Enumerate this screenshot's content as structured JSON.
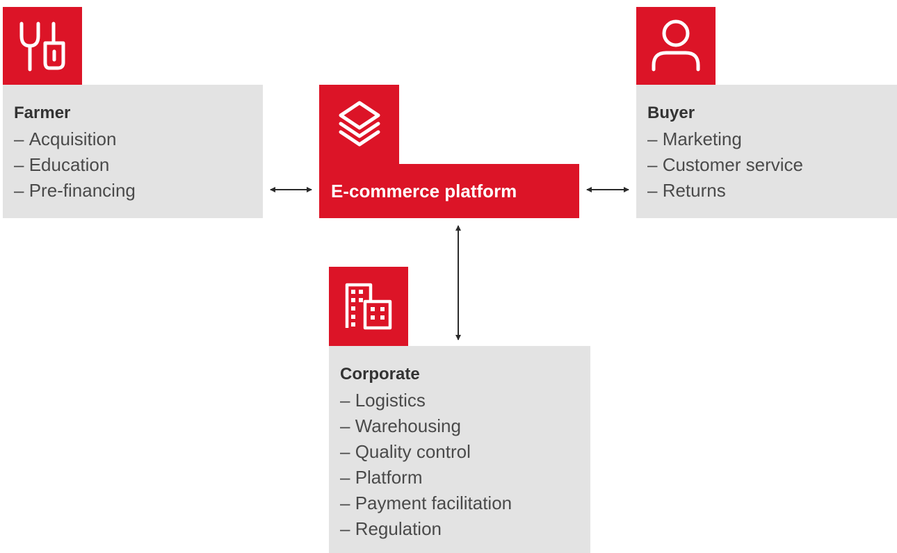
{
  "colors": {
    "accent": "#dc1427",
    "card_background": "#e3e3e3",
    "text": "#333333",
    "connector": "#2b2b2b"
  },
  "farmer": {
    "icon": "fork-and-shovel-icon",
    "title": "Farmer",
    "items": [
      "Acquisition",
      "Education",
      "Pre-financing"
    ]
  },
  "platform": {
    "icon": "layers-icon",
    "label": "E-commerce platform"
  },
  "buyer": {
    "icon": "user-icon",
    "title": "Buyer",
    "items": [
      "Marketing",
      "Customer service",
      "Returns"
    ]
  },
  "corporate": {
    "icon": "office-buildings-icon",
    "title": "Corporate",
    "items": [
      "Logistics",
      "Warehousing",
      "Quality control",
      "Platform",
      "Payment facilitation",
      "Regulation"
    ]
  }
}
